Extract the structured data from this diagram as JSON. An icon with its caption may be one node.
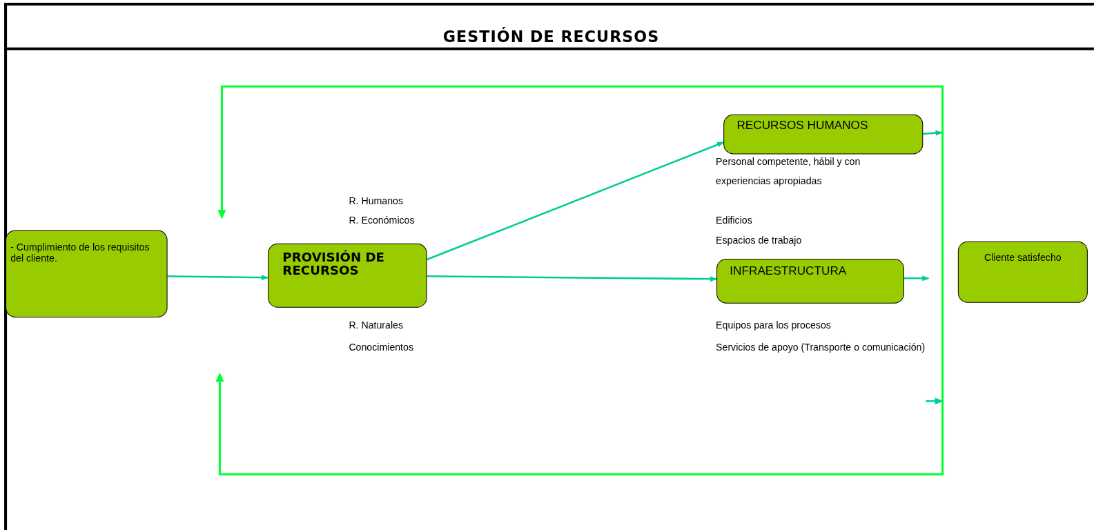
{
  "diagram": {
    "title": "GESTIÓN DE RECURSOS",
    "nodes": [
      {
        "text": [
          "- Cumplimiento  de los requisitos del cliente."
        ]
      },
      {
        "text": [
          "PROVISIÓN  DE RECURSOS"
        ]
      },
      {
        "text": [
          "RECURSOS  HUMANOS"
        ]
      },
      {
        "text": [
          "INFRAESTRUCTURA"
        ]
      },
      {
        "text": [
          "Cliente satisfecho"
        ]
      }
    ],
    "edges": [
      {
        "from": 0,
        "to": 1,
        "arrow": "to"
      },
      {
        "from": 1,
        "to": 2,
        "arrow": "to"
      },
      {
        "from": 1,
        "to": 3,
        "arrow": "to"
      },
      {
        "from": 2,
        "to": null,
        "arrow": "to"
      },
      {
        "from": 3,
        "to": null,
        "arrow": "to"
      }
    ],
    "labels": [
      "R. Humanos",
      "R. Económicos",
      "R. Naturales",
      "Conocimientos",
      "Personal competente, hábil y con experiencias apropiadas",
      "Edificios",
      "Espacios de trabajo",
      "Equipos para los procesos",
      "Servicios de apoyo (Transporte o comunicación)"
    ]
  }
}
